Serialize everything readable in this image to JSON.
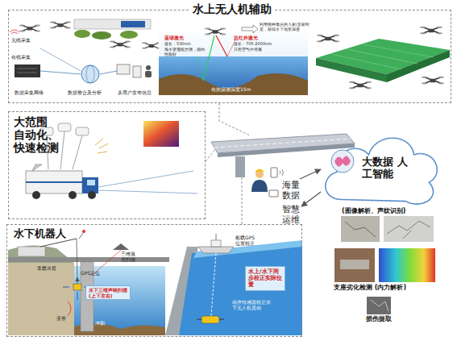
{
  "diagram": {
    "nodes": [
      {
        "text": [
          "水上无人机辅助"
        ]
      },
      {
        "text": [
          "大范围 自动化、快速检测"
        ]
      },
      {
        "text": [
          "水下机器人"
        ]
      },
      {
        "text": [
          "水下三维声呐扫描 (上下左右)"
        ],
        "in": 2
      },
      {
        "text": [
          "水上/水下同步校正实际位置"
        ],
        "in": 2
      },
      {
        "text": [
          "大数据 人工智能"
        ]
      }
    ],
    "labels": [
      "无线采集",
      "有线采集",
      "数据采集网络",
      "数据整合及分析",
      "多用户发布信息",
      "蓝绿激光",
      "波长：530nm",
      "海水穿透能力强，国内性能好",
      "近红外激光",
      "波长：705-2000nm",
      "只在空气中传播",
      "利用两种激光的入射/反射时差，获得水下地形深度",
      "有效探测深度15m",
      "海量数据",
      "智慧运维",
      "(图像解析、声纹识别)",
      "支座劣化检测 (内力解析)",
      "损伤提取",
      "车载吊臂",
      "GPS定位",
      "三维激光扫描",
      "变形",
      "冲刷",
      "船载GPS位置校正",
      "动作传感器校正水下无人机晃动"
    ]
  }
}
